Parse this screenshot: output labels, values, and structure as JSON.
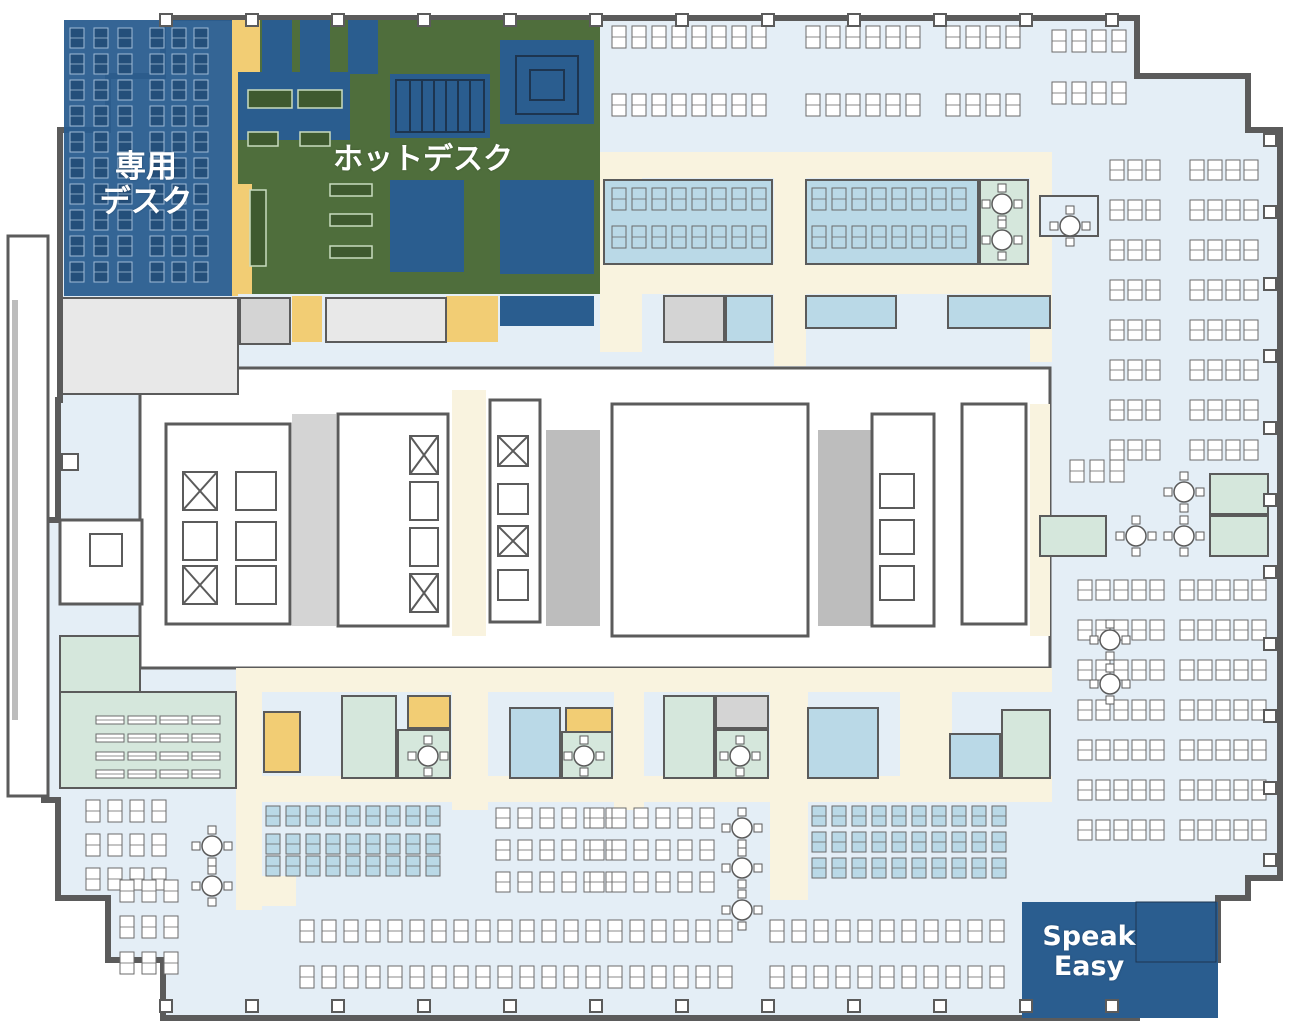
{
  "labels": {
    "dedicated_desk": [
      "専用",
      "デスク"
    ],
    "hot_desk": "ホットデスク",
    "speak_easy": [
      "Speak",
      "Easy"
    ]
  },
  "zones": [
    {
      "name": "dedicated-desk-zone",
      "label_key": "dedicated_desk",
      "color": "#2a5d8f"
    },
    {
      "name": "hot-desk-zone",
      "label_key": "hot_desk",
      "color": "#4f6e3c"
    },
    {
      "name": "speak-easy-zone",
      "label_key": "speak_easy",
      "color": "#2a5d8f"
    }
  ],
  "colors": {
    "open_office": "#e4eef6",
    "circulation": "#f9f3df",
    "meeting_room": "#d5e7dc",
    "phone_booth": "#bad9e7",
    "amenity_yellow": "#f2cd74",
    "core_gray": "#d4d4d4",
    "wall": "#5b5b5b",
    "hot_desk_green": "#4f6e3c",
    "dedicated_blue": "#2a5d8f"
  }
}
